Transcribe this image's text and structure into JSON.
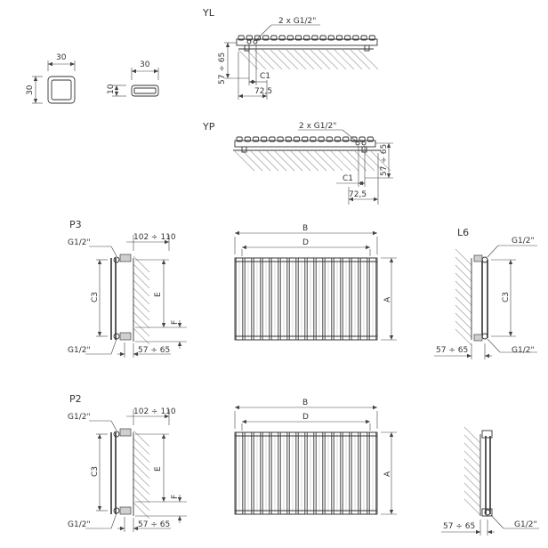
{
  "labels": {
    "yl": "YL",
    "yp": "YP",
    "p3": "P3",
    "p2": "P2",
    "l6": "L6",
    "conn_2x": "2 x G1/2\"",
    "g12": "G1/2\"",
    "c1": "C1",
    "d725": "72,5",
    "d5765": "57 ÷ 65",
    "d102110": "102 ÷ 110",
    "d30": "30",
    "d10": "10",
    "b": "B",
    "d": "D",
    "a": "A",
    "c3": "C3",
    "e": "E",
    "f": "F"
  }
}
